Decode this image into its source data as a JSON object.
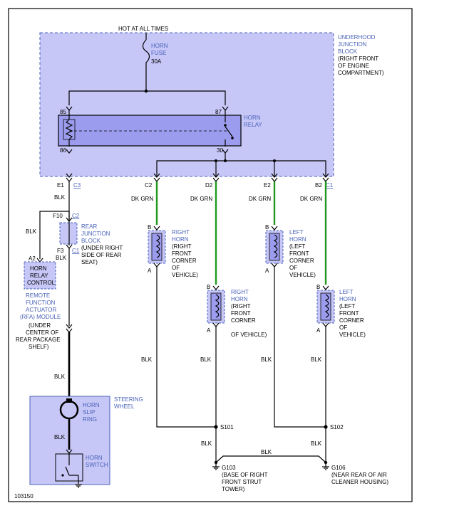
{
  "diagram_id": "103150",
  "hot_label": "HOT AT ALL TIMES",
  "underhood": {
    "title": [
      "UNDERHOOD",
      "JUNCTION",
      "BLOCK"
    ],
    "location": [
      "(RIGHT FRONT",
      "OF ENGINE",
      "COMPARTMENT)"
    ]
  },
  "fuse": {
    "name": [
      "HORN",
      "FUSE"
    ],
    "rating": "30A"
  },
  "relay": {
    "name": [
      "HORN",
      "RELAY"
    ],
    "pins": {
      "p85": "85",
      "p87": "87",
      "p86": "86",
      "p30": "30"
    }
  },
  "connectors": {
    "e1": "E1",
    "c3": "C3",
    "c2_top": "C2",
    "d2": "D2",
    "e2": "E2",
    "b2": "B2",
    "c1_top": "C1",
    "f10": "F10",
    "c2_rear": "C2",
    "f3": "F3",
    "c1_rear": "C1",
    "a2": "A2"
  },
  "wires": {
    "blk": "BLK",
    "dk_grn": "DK GRN"
  },
  "rear_block": {
    "title": [
      "REAR",
      "JUNCTION",
      "BLOCK"
    ],
    "location": [
      "(UNDER RIGHT",
      "SIDE OF REAR",
      "SEAT)"
    ]
  },
  "horn_relay_control": [
    "HORN",
    "RELAY",
    "CONTROL"
  ],
  "rfa": {
    "title": [
      "REMOTE",
      "FUNCTION",
      "ACTUATOR",
      "(RFA) MODULE"
    ],
    "location": [
      "(UNDER",
      "CENTER OF",
      "REAR PACKAGE",
      "SHELF)"
    ]
  },
  "horns": [
    {
      "name": [
        "RIGHT",
        "HORN"
      ],
      "location": [
        "(RIGHT",
        "FRONT",
        "CORNER",
        "OF",
        "VEHICLE)"
      ]
    },
    {
      "name": [
        "RIGHT",
        "HORN"
      ],
      "location": [
        "(RIGHT",
        "FRONT",
        "CORNER",
        "OF VEHICLE)"
      ]
    },
    {
      "name": [
        "LEFT",
        "HORN"
      ],
      "location": [
        "(LEFT",
        "FRONT",
        "CORNER",
        "OF",
        "VEHICLE)"
      ]
    },
    {
      "name": [
        "LEFT",
        "HORN"
      ],
      "location": [
        "(LEFT",
        "FRONT",
        "CORNER",
        "OF",
        "VEHICLE)"
      ]
    }
  ],
  "pin_a": "A",
  "pin_b": "B",
  "steering": {
    "title": [
      "STEERING",
      "WHEEL"
    ],
    "slip_ring": [
      "HORN",
      "SLIP",
      "RING"
    ],
    "switch": [
      "HORN",
      "SWITCH"
    ]
  },
  "splices": {
    "s101": "S101",
    "s102": "S102"
  },
  "grounds": {
    "g103": "G103",
    "g103_location": [
      "(BASE OF RIGHT",
      "FRONT STRUT",
      "TOWER)"
    ],
    "g106": "G106",
    "g106_location": [
      "(NEAR REAR OF AIR",
      "CLEANER HOUSING)"
    ]
  },
  "colors": {
    "module_fill": "#c6c6f7",
    "module_border": "#4a63b8",
    "relay_fill": "#9c9cee",
    "wire_green": "#1f9a1f",
    "label_blue": "#4a63b8"
  }
}
